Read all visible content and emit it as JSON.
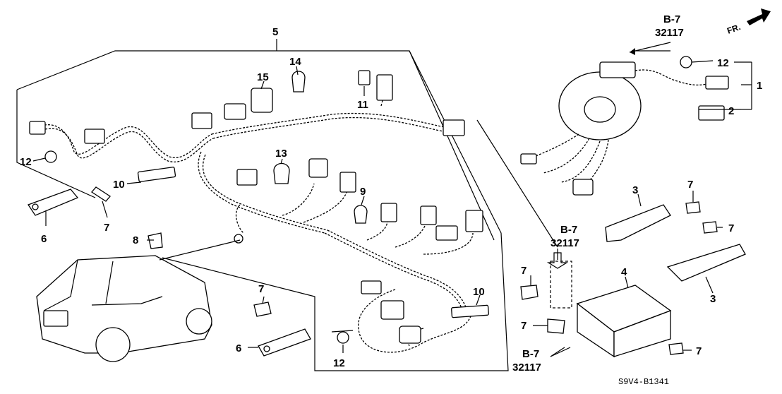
{
  "diagram_code": "S9V4-B1341",
  "direction_marker": "FR.",
  "callouts": {
    "c1": "1",
    "c2": "2",
    "c3a": "3",
    "c3b": "3",
    "c4": "4",
    "c5": "5",
    "c6a": "6",
    "c6b": "6",
    "c7a": "7",
    "c7b": "7",
    "c7c": "7",
    "c7d": "7",
    "c7e": "7",
    "c7f": "7",
    "c7g": "7",
    "c8": "8",
    "c9": "9",
    "c10a": "10",
    "c10b": "10",
    "c11": "11",
    "c12a": "12",
    "c12b": "12",
    "c12c": "12",
    "c13": "13",
    "c14": "14",
    "c15": "15"
  },
  "references": [
    {
      "group": "B-7",
      "part": "32117"
    },
    {
      "group": "B-7",
      "part": "32117"
    },
    {
      "group": "B-7",
      "part": "32117"
    }
  ]
}
